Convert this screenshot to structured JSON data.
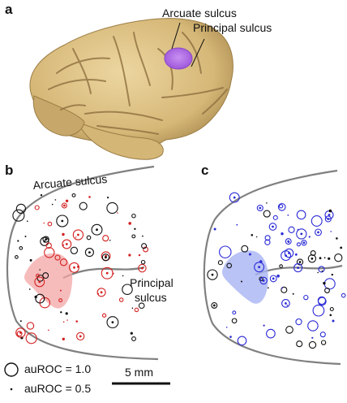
{
  "panels": {
    "a": "a",
    "b": "b",
    "c": "c"
  },
  "labels": {
    "arcuate_a": "Arcuate sulcus",
    "principal_a": "Principal sulcus",
    "arcuate_b": "Arcuate sulcus",
    "principal_b_line1": "Principal",
    "principal_b_line2": "sulcus"
  },
  "legend": {
    "large": "auROC = 1.0",
    "small": "auROC = 0.5"
  },
  "scalebar": "5 mm",
  "colors": {
    "brain": "#d9bd83",
    "brain_shadow": "#a98a4f",
    "region": "#b46be6",
    "outline": "#808080",
    "red": "#d42020",
    "red_fill": "#f3a6a6",
    "blue": "#2a2ad6",
    "blue_fill": "#a9b4f2",
    "black": "#111111"
  }
}
